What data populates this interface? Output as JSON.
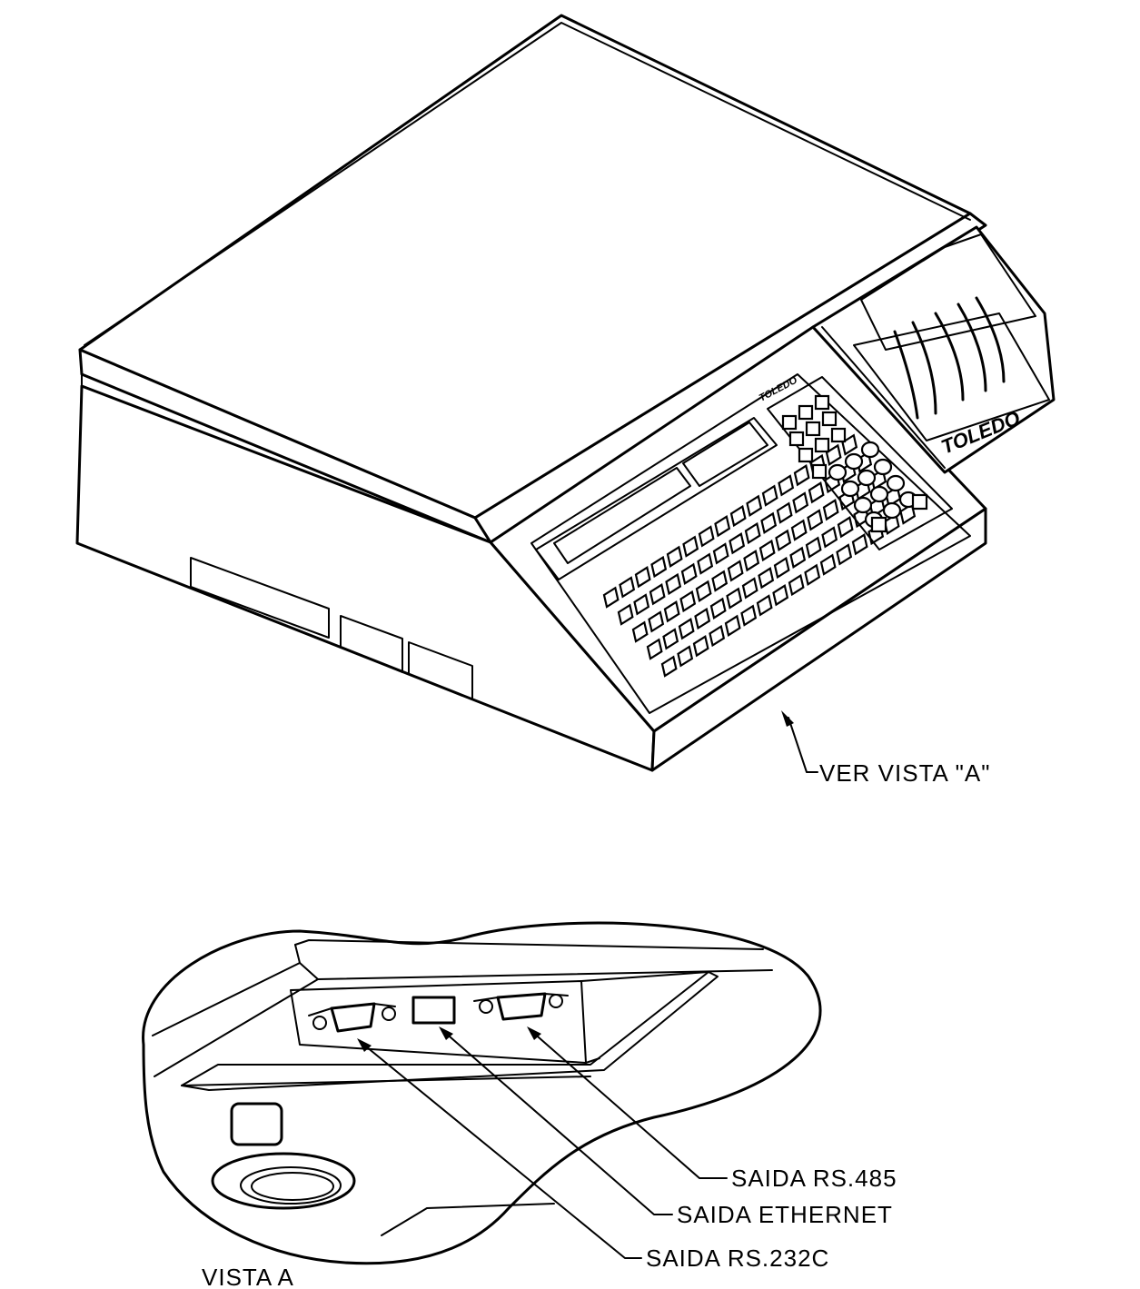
{
  "labels": {
    "ver_vista": "VER VISTA \"A\"",
    "vista_a": "VISTA A",
    "saida_rs485": "SAIDA RS.485",
    "saida_ethernet": "SAIDA ETHERNET",
    "saida_rs232c": "SAIDA RS.232C"
  },
  "brand": {
    "keyboard_logo": "TOLEDO",
    "printer_logo": "TOLEDO"
  }
}
